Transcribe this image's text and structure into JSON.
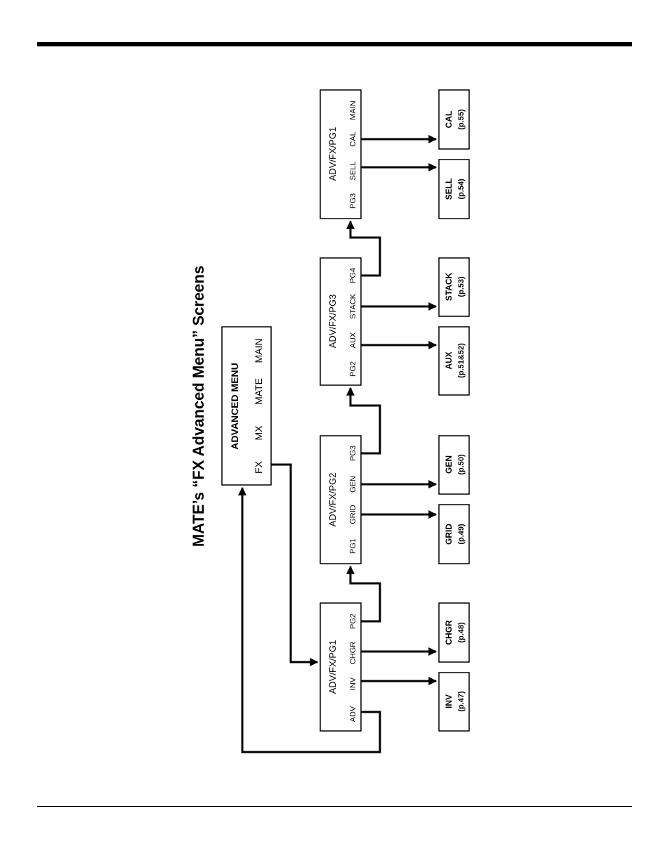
{
  "title": "MATE’s “FX Advanced Menu” Screens",
  "advanced_menu": {
    "heading": "ADVANCED MENU",
    "items": [
      "FX",
      "MX",
      "MATE",
      "MAIN"
    ]
  },
  "screens": [
    {
      "id": "adv-fx-pg1-a",
      "title": "ADV/FX/PG1",
      "items": [
        "ADV",
        "INV",
        "CHGR",
        "PG2"
      ]
    },
    {
      "id": "adv-fx-pg2",
      "title": "ADV/FX/PG2",
      "items": [
        "PG1",
        "GRID",
        "GEN",
        "PG3"
      ]
    },
    {
      "id": "adv-fx-pg3",
      "title": "ADV/FX/PG3",
      "items": [
        "PG2",
        "AUX",
        "STACK",
        "PG4"
      ]
    },
    {
      "id": "adv-fx-pg1-b",
      "title": "ADV/FX/PG1",
      "items": [
        "PG3",
        "SELL",
        "CAL",
        "MAIN"
      ]
    }
  ],
  "targets": [
    {
      "id": "inv",
      "name": "INV",
      "page": "(p.47)"
    },
    {
      "id": "chgr",
      "name": "CHGR",
      "page": "(p.48)"
    },
    {
      "id": "grid",
      "name": "GRID",
      "page": "(p.49)"
    },
    {
      "id": "gen",
      "name": "GEN",
      "page": "(p.50)"
    },
    {
      "id": "aux",
      "name": "AUX",
      "page": "(p.51&52)"
    },
    {
      "id": "stack",
      "name": "STACK",
      "page": "(p.53)"
    },
    {
      "id": "sell",
      "name": "SELL",
      "page": "(p.54)"
    },
    {
      "id": "cal",
      "name": "CAL",
      "page": "(p.55)"
    }
  ]
}
